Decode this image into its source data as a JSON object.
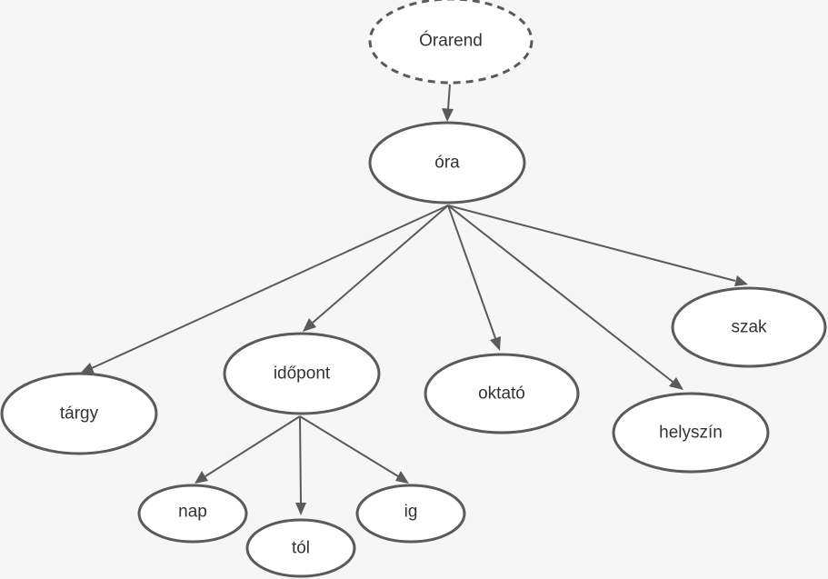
{
  "diagram": {
    "nodes": {
      "orarend": {
        "label": "Órarend",
        "style": "dashed"
      },
      "ora": {
        "label": "óra",
        "style": "solid"
      },
      "targy": {
        "label": "tárgy",
        "style": "solid"
      },
      "idopont": {
        "label": "időpont",
        "style": "solid"
      },
      "oktato": {
        "label": "oktató",
        "style": "solid"
      },
      "helyszin": {
        "label": "helyszín",
        "style": "solid"
      },
      "szak": {
        "label": "szak",
        "style": "solid"
      },
      "nap": {
        "label": "nap",
        "style": "solid"
      },
      "tol": {
        "label": "tól",
        "style": "solid"
      },
      "ig": {
        "label": "ig",
        "style": "solid"
      }
    },
    "edges": [
      {
        "from": "orarend",
        "to": "ora"
      },
      {
        "from": "ora",
        "to": "targy"
      },
      {
        "from": "ora",
        "to": "idopont"
      },
      {
        "from": "ora",
        "to": "oktato"
      },
      {
        "from": "ora",
        "to": "helyszin"
      },
      {
        "from": "ora",
        "to": "szak"
      },
      {
        "from": "idopont",
        "to": "nap"
      },
      {
        "from": "idopont",
        "to": "tol"
      },
      {
        "from": "idopont",
        "to": "ig"
      }
    ],
    "colors": {
      "stroke": "#5a5a5a",
      "fill": "#ffffff",
      "text": "#333333",
      "background": "#f6f6f6"
    }
  }
}
